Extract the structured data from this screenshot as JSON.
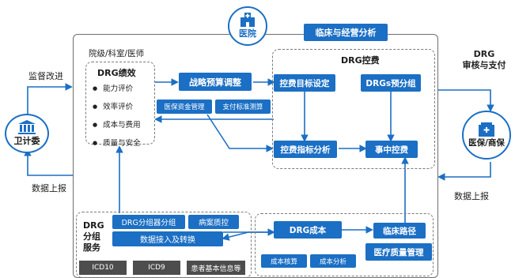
{
  "hospital": {
    "label": "医院"
  },
  "top_band": {
    "label": "临床与经营分析"
  },
  "dept_label": "院级/科室/医师",
  "performance": {
    "title": "DRG绩效",
    "items": [
      "能力评价",
      "效率评价",
      "成本与费用",
      "质量与安全"
    ]
  },
  "strategy": {
    "title": "战略预算调整",
    "sub": [
      "医保资金管理",
      "支付标准测算"
    ]
  },
  "cost_control": {
    "title": "DRG控费",
    "target": "控费目标设定",
    "pregroup": "DRGs预分组",
    "analysis": "控费指标分析",
    "midcontrol": "事中控费"
  },
  "left_entity": {
    "name": "卫计委",
    "top_label": "监督改进",
    "bottom_label": "数据上报"
  },
  "right_entity": {
    "name": "医保/商保",
    "top_label": "DRG\n审核与支付",
    "bottom_label": "数据上报"
  },
  "service": {
    "title": "DRG\n分组\n服务",
    "grouper": "DRG分组器分组",
    "quality": "病案质控",
    "interface": "数据接入及转换",
    "sources": [
      "ICD10",
      "ICD9",
      "患者基本信息等"
    ]
  },
  "cost": {
    "title": "DRG成本",
    "sub": [
      "成本核算",
      "成本分析"
    ],
    "pathway": "临床路径",
    "medical_quality": "医疗质量管理"
  },
  "colors": {
    "accent": "#1b6fc4",
    "arrow": "#1b6fc4",
    "border": "#6f6f6f",
    "grey_box": "#4d4d4d"
  },
  "icons": {
    "hospital": "hospital-icon",
    "left": "government-building-icon",
    "right": "insurance-building-icon"
  }
}
